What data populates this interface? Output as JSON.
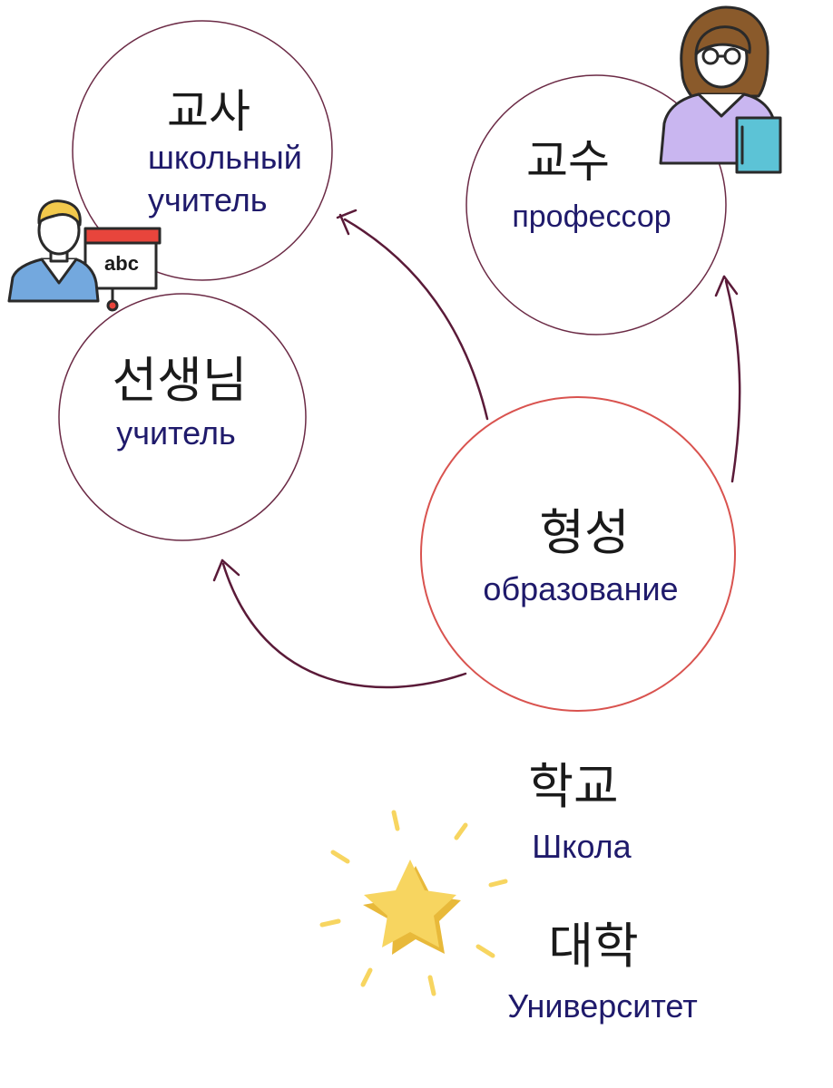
{
  "nodes": {
    "teacher_school": {
      "korean": "교사",
      "russian_line1": "школьный",
      "russian_line2": "учитель"
    },
    "professor": {
      "korean": "교수",
      "russian": "профессор"
    },
    "teacher": {
      "korean": "선생님",
      "russian": "учитель"
    },
    "education": {
      "korean": "형성",
      "russian": "образование"
    }
  },
  "extra": {
    "school": {
      "korean": "학교",
      "russian": "Школа"
    },
    "university": {
      "korean": "대학",
      "russian": "Университет"
    }
  },
  "illustration_labels": {
    "board_text": "abc"
  },
  "colors": {
    "circle_stroke": "#6b2a45",
    "education_stroke": "#d9534f",
    "arrow": "#5a1a38",
    "russian_text": "#1f1a6b",
    "star": "#f7d560",
    "star_shadow": "#e8b93a"
  }
}
